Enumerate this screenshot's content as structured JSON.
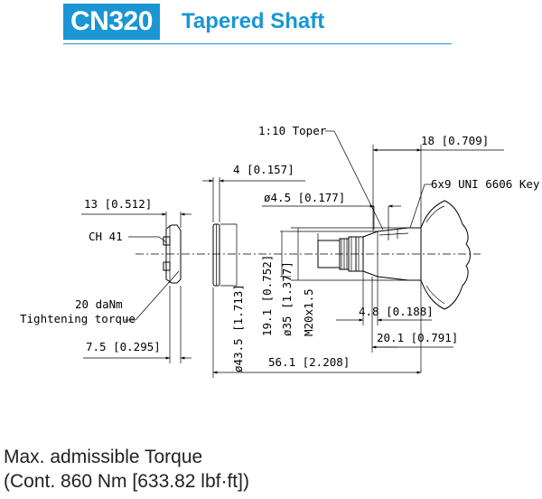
{
  "header": {
    "model": "CN320",
    "title": "Tapered Shaft",
    "accent_color": "#1b96d4"
  },
  "dimensions": {
    "taper_label": "1:10 Toper",
    "d18": "18 [0.709]",
    "key_label": "6x9 UNI 6606 Key",
    "d4": "4 [0.157]",
    "d13": "13 [0.512]",
    "d4_5": "ø4.5 [0.177]",
    "ch41": "CH 41",
    "torque_value": "20 daNm",
    "torque_label": "Tightening torque",
    "d7_5": "7.5 [0.295]",
    "d43_5": "ø43.5 [1.713]",
    "d19_1": "19.1 [0.752]",
    "d35": "ø35 [1.377]",
    "m20": "M20x1.5",
    "d4_8": "4.8 [0.188]",
    "d20_1": "20.1 [0.791]",
    "d56_1": "56.1 [2.208]"
  },
  "torque": {
    "line1": "Max. admissible Torque",
    "line2": "(Cont. 860 Nm [633.82 lbf·ft])"
  }
}
